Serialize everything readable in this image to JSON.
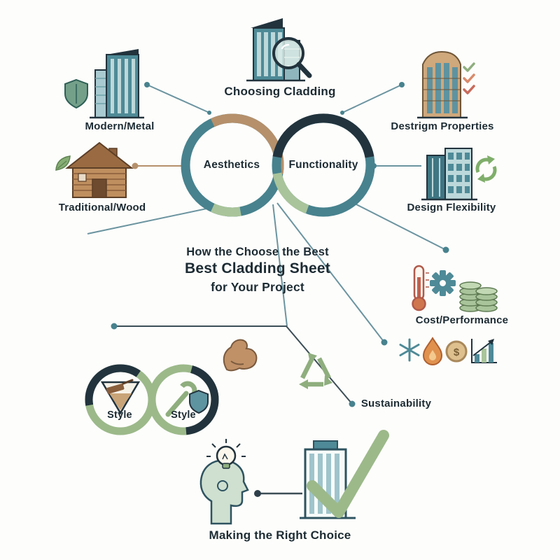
{
  "canvas": {
    "background": "#fdfdfb"
  },
  "colors": {
    "teal": "#47828e",
    "tan": "#b5906b",
    "navy": "#22333d",
    "sage": "#9cb98a",
    "light_sage": "#a9c49a",
    "orange": "#e0914e",
    "text": "#1c2b33"
  },
  "header": {
    "title": "Choosing Cladding"
  },
  "venn": {
    "left": "Aesthetics",
    "right": "Functionality"
  },
  "materials": {
    "modern": "Modern/Metal",
    "traditional": "Traditional/Wood"
  },
  "factors": {
    "properties": "Destrigm Properties",
    "flexibility": "Design Flexibility",
    "cost": "Cost/Performance",
    "sustainability": "Sustainability"
  },
  "heading": {
    "line1": "How the Choose the Best",
    "line2": "Best Cladding Sheet",
    "line3": "for Your Project"
  },
  "style_venn": {
    "left": "Style",
    "right": "Style"
  },
  "footer": {
    "title": "Making the Right Choice"
  },
  "icons": {
    "dollar_symbol": "$",
    "names": [
      "building-search-icon",
      "shield-icon",
      "modern-building-icon",
      "leaf-icon",
      "log-cabin-icon",
      "tall-building-icon",
      "checklist-icon",
      "office-building-icon",
      "recycle-arrows-icon",
      "thermometer-icon",
      "gear-icon",
      "coins-icon",
      "snowflake-icon",
      "flame-icon",
      "dollar-coin-icon",
      "bar-chart-icon",
      "recycle-icon",
      "muscle-icon",
      "funnel-brush-icon",
      "wrench-shield-icon",
      "head-lightbulb-icon",
      "building-check-icon"
    ]
  }
}
